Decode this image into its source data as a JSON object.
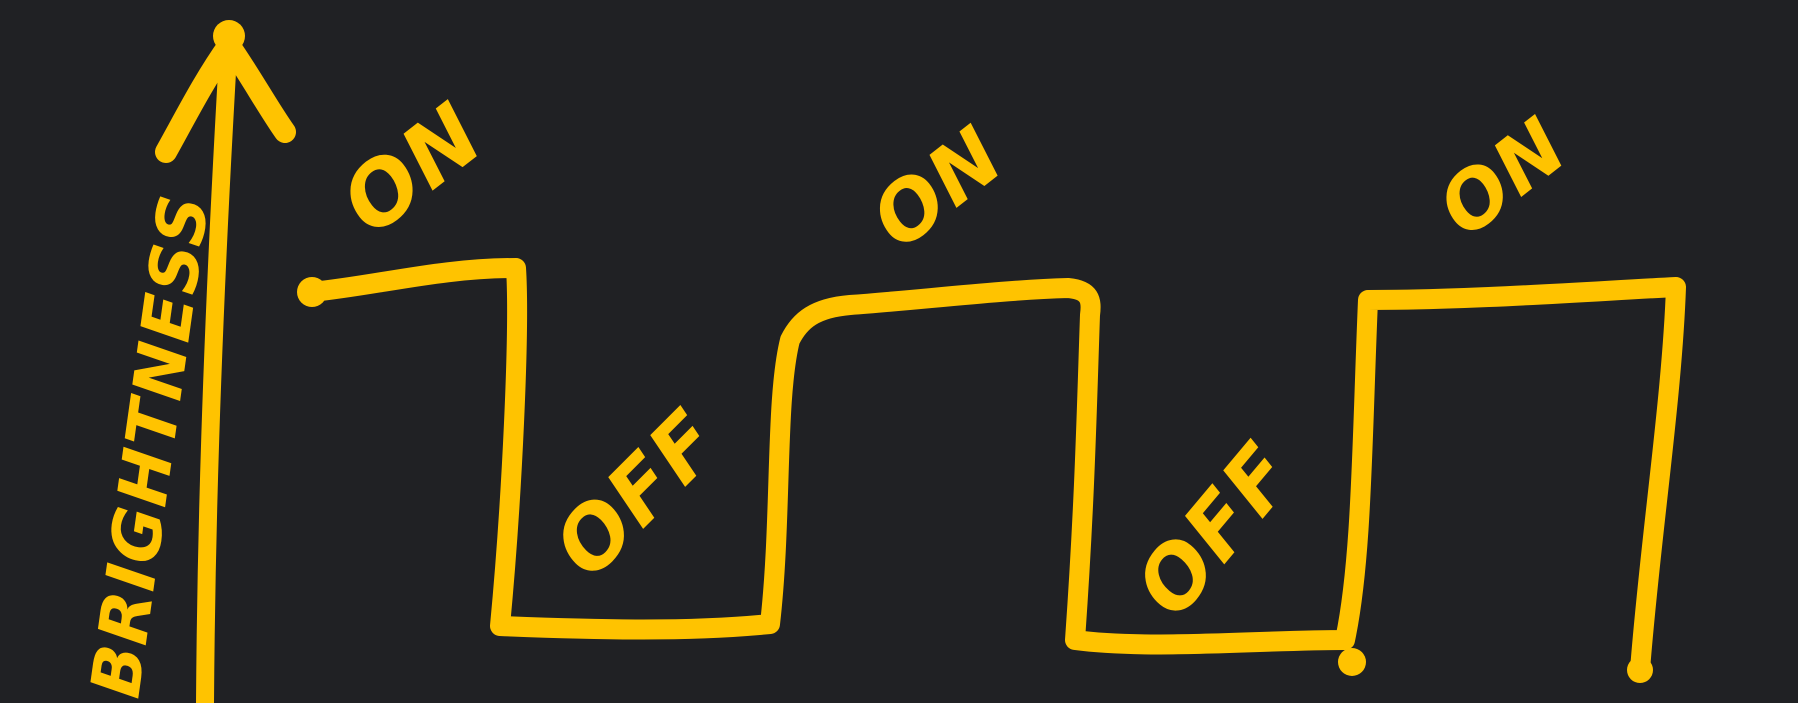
{
  "diagram": {
    "axis_label": "BRIGHTNESS",
    "states": [
      {
        "label": "ON",
        "level": "high"
      },
      {
        "label": "OFF",
        "level": "low"
      },
      {
        "label": "ON",
        "level": "high"
      },
      {
        "label": "OFF",
        "level": "low"
      },
      {
        "label": "ON",
        "level": "high"
      }
    ],
    "ink_color": "#FFC300",
    "background_color": "#202124"
  }
}
